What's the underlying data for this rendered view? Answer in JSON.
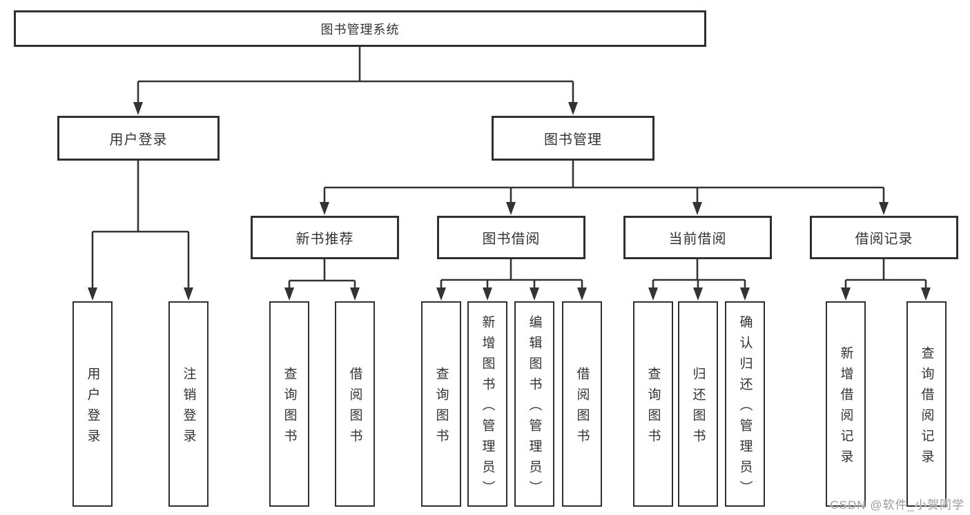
{
  "diagram": {
    "root": "图书管理系统",
    "branches": [
      {
        "label": "用户登录",
        "children": [
          "用户登录",
          "注销登录"
        ]
      },
      {
        "label": "图书管理",
        "children": [
          {
            "label": "新书推荐",
            "children": [
              "查询图书",
              "借阅图书"
            ]
          },
          {
            "label": "图书借阅",
            "children": [
              "查询图书",
              "新增图书（管理员）",
              "编辑图书（管理员）",
              "借阅图书"
            ]
          },
          {
            "label": "当前借阅",
            "children": [
              "查询图书",
              "归还图书",
              "确认归还（管理员）"
            ]
          },
          {
            "label": "借阅记录",
            "children": [
              "新增借阅记录",
              "查询借阅记录"
            ]
          }
        ]
      }
    ]
  },
  "watermark": "CSDN @软件_小贺同学",
  "colors": {
    "line": "#333333",
    "border": "#2f2f2f",
    "text": "#333333",
    "watermark": "#9b9b9b",
    "background": "#ffffff"
  }
}
